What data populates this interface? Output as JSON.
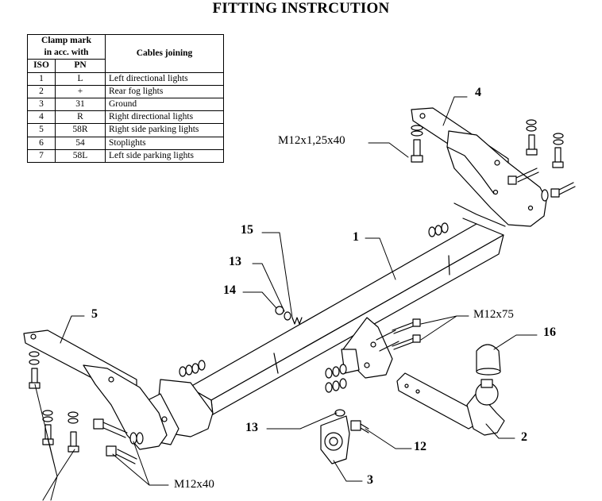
{
  "title": "FITTING INSTRCUTION",
  "legend": {
    "header_clamp_line1": "Clamp mark",
    "header_clamp_line2": "in acc. with",
    "header_cables": "Cables joining",
    "header_iso": "ISO",
    "header_pn": "PN",
    "rows": [
      {
        "iso": "1",
        "pn": "L",
        "desc": "Left directional lights"
      },
      {
        "iso": "2",
        "pn": "+",
        "desc": "Rear fog lights"
      },
      {
        "iso": "3",
        "pn": "31",
        "desc": "Ground"
      },
      {
        "iso": "4",
        "pn": "R",
        "desc": "Right directional lights"
      },
      {
        "iso": "5",
        "pn": "58R",
        "desc": "Right side parking lights"
      },
      {
        "iso": "6",
        "pn": "54",
        "desc": "Stoplights"
      },
      {
        "iso": "7",
        "pn": "58L",
        "desc": "Left side parking lights"
      }
    ]
  },
  "callouts": {
    "c1": "1",
    "c2": "2",
    "c3": "3",
    "c4": "4",
    "c5": "5",
    "c12": "12",
    "c13a": "13",
    "c13b": "13",
    "c14": "14",
    "c15": "15",
    "c16": "16"
  },
  "specs": {
    "bolt_top": "M12x1,25x40",
    "bolt_mid": "M12x75",
    "bolt_bottom": "M12x40"
  }
}
